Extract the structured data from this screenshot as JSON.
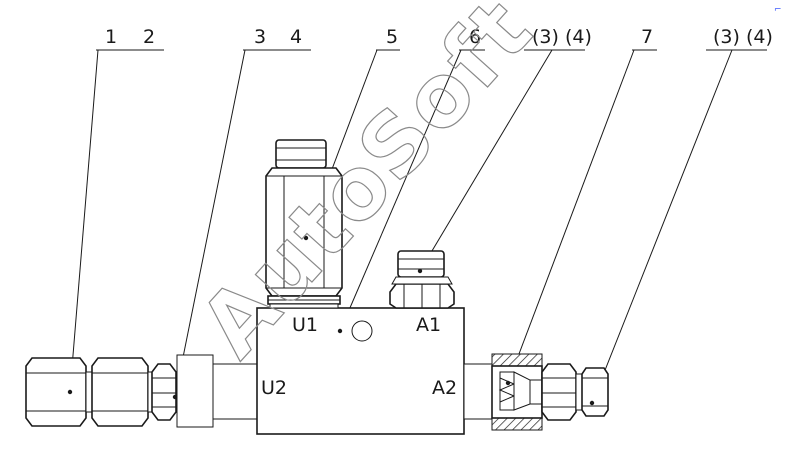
{
  "callouts": {
    "c1": "1",
    "c2": "2",
    "c3": "3",
    "c4": "4",
    "c5": "5",
    "c6": "6",
    "c34a": "(3) (4)",
    "c7": "7",
    "c34b": "(3) (4)"
  },
  "ports": {
    "u1": "U1",
    "a1": "A1",
    "u2": "U2",
    "a2": "A2"
  },
  "watermark": "AutoSoft",
  "corner_mark": "⌐"
}
